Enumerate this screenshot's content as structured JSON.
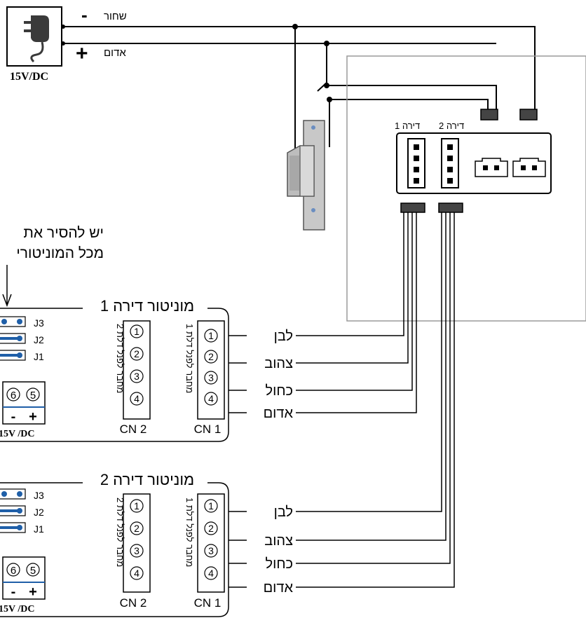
{
  "power": {
    "label": "15V/DC",
    "minus_sign": "-",
    "plus_sign": "+",
    "wire_black": "שחור",
    "wire_red": "אדום"
  },
  "panel": {
    "apt1_label": "דירה 1",
    "apt2_label": "דירה 2"
  },
  "jumper_note": {
    "line1": "יש להסיר את",
    "line2": "מכל המוניטורי"
  },
  "monitors": [
    {
      "title": "מוניטור דירה 1",
      "jumpers": [
        "J3",
        "J2",
        "J1"
      ],
      "power_pins": [
        "6",
        "5"
      ],
      "power_signs": [
        "-",
        "+"
      ],
      "power_label": "15V /DC",
      "cn2_vertical": "מחבר לפנל דלת 2",
      "cn1_vertical": "מחבר לפנל דלת 1",
      "cn2_label": "CN 2",
      "cn1_label": "CN 1",
      "pins": [
        "1",
        "2",
        "3",
        "4"
      ],
      "wires": [
        "לבן",
        "צהוב",
        "כחול",
        "אדום"
      ]
    },
    {
      "title": "מוניטור דירה 2",
      "jumpers": [
        "J3",
        "J2",
        "J1"
      ],
      "power_pins": [
        "6",
        "5"
      ],
      "power_signs": [
        "-",
        "+"
      ],
      "power_label": "15V /DC",
      "cn2_vertical": "מחבר לפנל דלת 2",
      "cn1_vertical": "מחבר לפנל דלת 1",
      "cn2_label": "CN 2",
      "cn1_label": "CN 1",
      "pins": [
        "1",
        "2",
        "3",
        "4"
      ],
      "wires": [
        "לבן",
        "צהוב",
        "כחול",
        "אדום"
      ]
    }
  ],
  "colors": {
    "line": "#000000",
    "panel_border": "#9a9a9a",
    "jumper": "#1f5fa8",
    "lock_body": "#c8c8c8"
  }
}
